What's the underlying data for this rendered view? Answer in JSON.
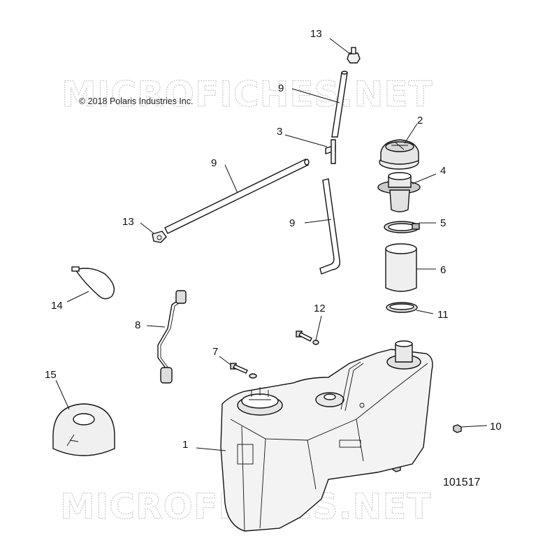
{
  "watermark_top": "MICROFICHES.NET",
  "watermark_bottom": "MICROFICHES.NET",
  "copyright": "© 2018 Polaris Industries Inc.",
  "diagram_number": "101517",
  "callouts": {
    "c1": "1",
    "c2": "2",
    "c3": "3",
    "c4": "4",
    "c5": "5",
    "c6": "6",
    "c7": "7",
    "c8": "8",
    "c9a": "9",
    "c9b": "9",
    "c9c": "9",
    "c10": "10",
    "c11": "11",
    "c12": "12",
    "c13a": "13",
    "c13b": "13",
    "c14": "14",
    "c15": "15"
  }
}
